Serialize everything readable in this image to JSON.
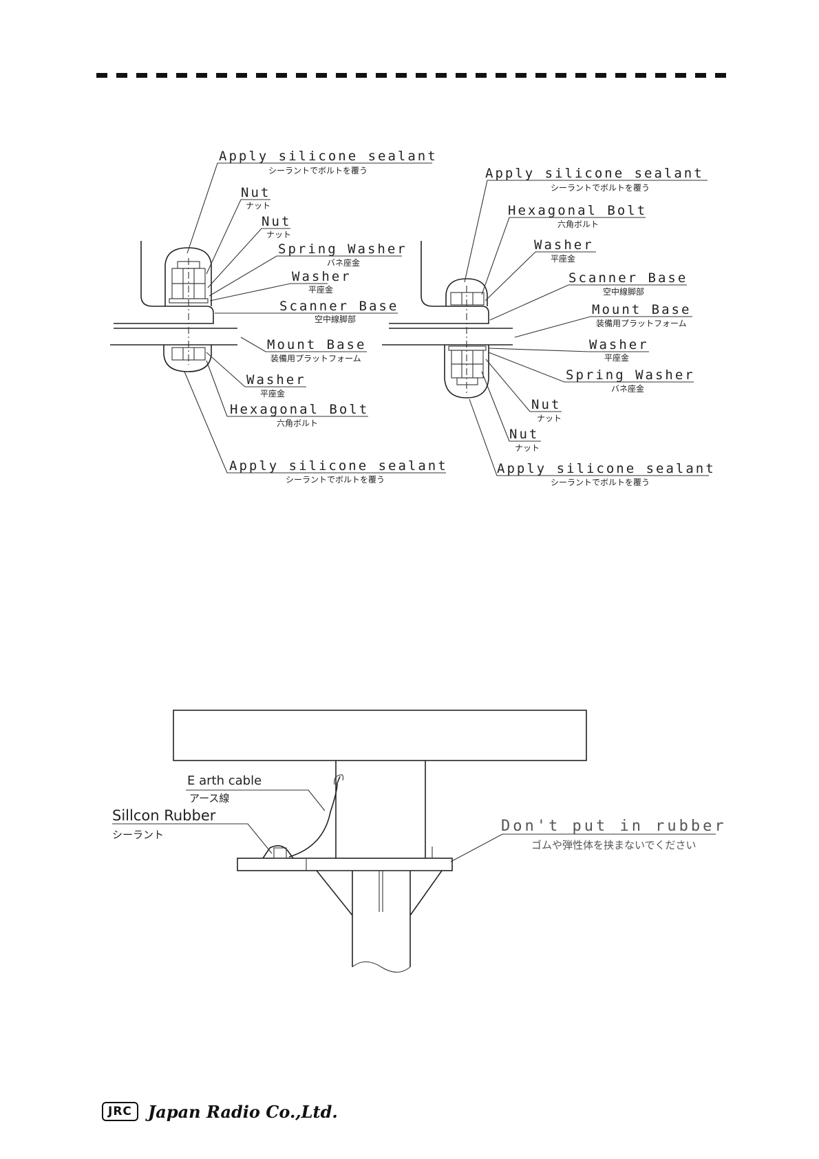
{
  "diagram_top": {
    "left": {
      "apply_top": {
        "en": "Apply silicone sealant",
        "jp": "シーラントでボルトを覆う"
      },
      "nut1": {
        "en": "Nut",
        "jp": "ナット"
      },
      "nut2": {
        "en": "Nut",
        "jp": "ナット"
      },
      "spring_washer": {
        "en": "Spring Washer",
        "jp": "バネ座金"
      },
      "washer_top": {
        "en": "Washer",
        "jp": "平座金"
      },
      "scanner_base": {
        "en": "Scanner Base",
        "jp": "空中線脚部"
      },
      "mount_base": {
        "en": "Mount Base",
        "jp": "装備用プラットフォーム"
      },
      "washer_bottom": {
        "en": "Washer",
        "jp": "平座金"
      },
      "hex_bolt": {
        "en": "Hexagonal Bolt",
        "jp": "六角ボルト"
      },
      "apply_bottom": {
        "en": "Apply silicone sealant",
        "jp": "シーラントでボルトを覆う"
      }
    },
    "right": {
      "apply_top": {
        "en": "Apply silicone sealant",
        "jp": "シーラントでボルトを覆う"
      },
      "hex_bolt": {
        "en": "Hexagonal Bolt",
        "jp": "六角ボルト"
      },
      "washer_top": {
        "en": "Washer",
        "jp": "平座金"
      },
      "scanner_base": {
        "en": "Scanner Base",
        "jp": "空中線脚部"
      },
      "mount_base": {
        "en": "Mount Base",
        "jp": "装備用プラットフォーム"
      },
      "washer_bottom": {
        "en": "Washer",
        "jp": "平座金"
      },
      "spring_washer": {
        "en": "Spring Washer",
        "jp": "バネ座金"
      },
      "nut1": {
        "en": "Nut",
        "jp": "ナット"
      },
      "nut2": {
        "en": "Nut",
        "jp": "ナット"
      },
      "apply_bottom": {
        "en": "Apply silicone sealant",
        "jp": "シーラントでボルトを覆う"
      }
    }
  },
  "diagram_bottom": {
    "earth_cable": {
      "en": "E arth cable",
      "jp": "アース線"
    },
    "silicon_rubber": {
      "en": "Sillcon Rubber",
      "jp": "シーラント"
    },
    "dont_put": {
      "en": "Don't put in rubber",
      "jp": "ゴムや弾性体を挟まないでください"
    }
  },
  "footer": {
    "logo": "JRC",
    "company": "Japan Radio Co.,Ltd."
  }
}
